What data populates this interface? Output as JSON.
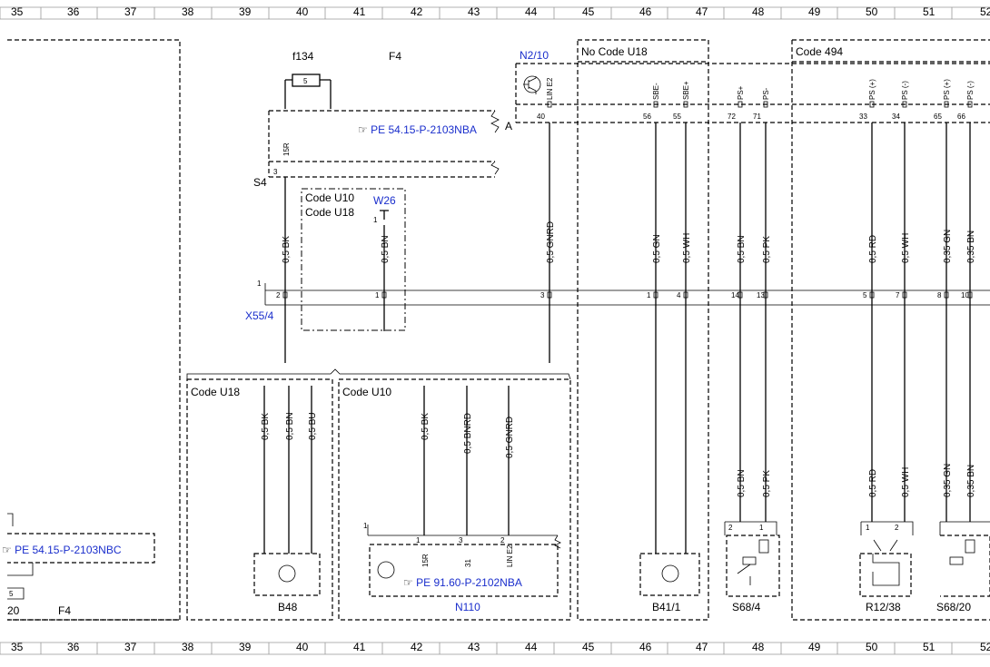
{
  "grid_numbers": [
    "35",
    "36",
    "37",
    "38",
    "39",
    "40",
    "41",
    "42",
    "43",
    "44",
    "45",
    "46",
    "47",
    "48",
    "49",
    "50",
    "51",
    "52"
  ],
  "fuses": {
    "f134": "f134",
    "pin": "5",
    "group": "F4"
  },
  "refs": {
    "ref_top": "PE 54.15-P-2103NBA",
    "ref_left": "PE 54.15-P-2103NBC",
    "ref_n110": "PE 91.60-P-2102NBA",
    "a_mark": "A",
    "f4_bottom": "F4",
    "pin20": "20",
    "pin5_left": "5"
  },
  "blocks": {
    "s4": "S4",
    "s4_pin": "3",
    "s4_term": "15R",
    "n2_10": "N2/10",
    "no_code_u18": "No  Code U18",
    "code_494": "Code 494",
    "code_u10_u18_a": "Code U10",
    "code_u10_u18_b": "Code U18",
    "w26": "W26",
    "w26_pin": "1",
    "x55_4": "X55/4",
    "x55_pin1": "1",
    "code_u18": "Code U18",
    "code_u10": "Code U10",
    "b48": "B48",
    "n110": "N110",
    "n110_pin_top": "1",
    "b41_1": "B41/1",
    "s68_4": "S68/4",
    "r12_38": "R12/38",
    "s68_20": "S68/20"
  },
  "n2_10_pins": [
    {
      "pin": "40",
      "term": "LIN E2"
    },
    {
      "pin": "56",
      "term": "SBE-"
    },
    {
      "pin": "55",
      "term": "SBE+"
    },
    {
      "pin": "72",
      "term": "PS+"
    },
    {
      "pin": "71",
      "term": "PS-"
    },
    {
      "pin": "33",
      "term": "PS (+)"
    },
    {
      "pin": "34",
      "term": "PS (-)"
    },
    {
      "pin": "65",
      "term": "PS (+)"
    },
    {
      "pin": "66",
      "term": "PS (-)"
    }
  ],
  "x55_pins": [
    "2",
    "1",
    "3",
    "1",
    "4",
    "14",
    "13",
    "5",
    "7",
    "8",
    "10"
  ],
  "wires_upper": [
    "0,5 BK",
    "0,5 BN",
    "0,5 GNRD",
    "0,5 GN",
    "0,5 WH",
    "0,5 BN",
    "0,5 PK",
    "0,5 RD",
    "0,5 WH",
    "0,35 GN",
    "0,35 BN"
  ],
  "wires_lower": [
    "0,5 BK",
    "0,5 BN",
    "0,5 BU",
    "0,5 BK",
    "0,5 BNRD",
    "0,5 GNRD",
    "0,5 BN",
    "0,5 PK",
    "0,5 RD",
    "0,5 WH",
    "0,35 GN",
    "0,35 BN"
  ],
  "n110_pins": [
    {
      "pin": "1",
      "term": "15R"
    },
    {
      "pin": "3",
      "term": "31"
    },
    {
      "pin": "2",
      "term": "LIN E2"
    }
  ],
  "s68_pins": [
    "2",
    "1"
  ],
  "r12_pins": [
    "1",
    "2"
  ]
}
